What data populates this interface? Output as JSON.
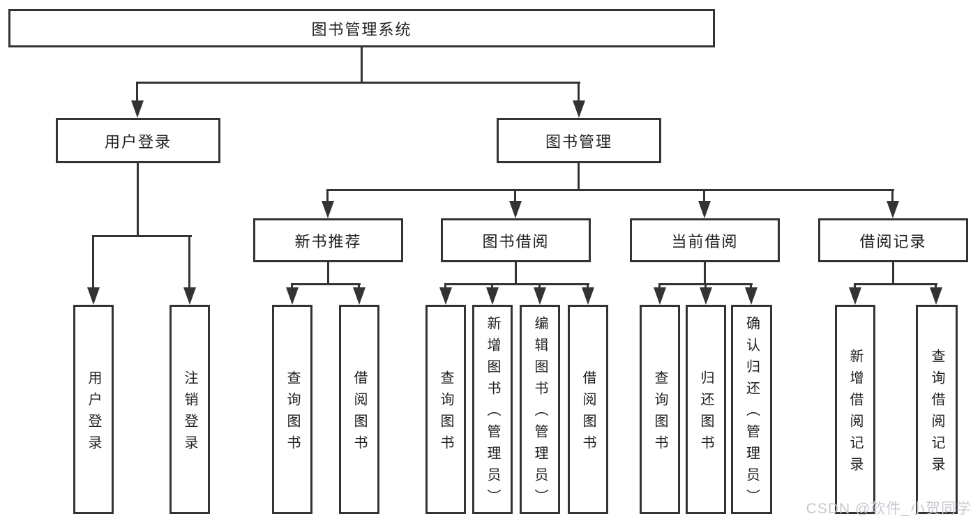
{
  "colors": {
    "line": "#333333",
    "border": "#333333",
    "text": "#212121",
    "background": "#ffffff",
    "watermark": "#c5c9ce"
  },
  "tree": {
    "root": {
      "label": "图书管理系统"
    },
    "children": [
      {
        "label": "用户登录",
        "children": [
          {
            "label": "用户登录"
          },
          {
            "label": "注销登录"
          }
        ]
      },
      {
        "label": "图书管理",
        "children": [
          {
            "label": "新书推荐",
            "children": [
              {
                "label": "查询图书"
              },
              {
                "label": "借阅图书"
              }
            ]
          },
          {
            "label": "图书借阅",
            "children": [
              {
                "label": "查询图书"
              },
              {
                "label": "新增图书（管理员）"
              },
              {
                "label": "编辑图书（管理员）"
              },
              {
                "label": "借阅图书"
              }
            ]
          },
          {
            "label": "当前借阅",
            "children": [
              {
                "label": "查询图书"
              },
              {
                "label": "归还图书"
              },
              {
                "label": "确认归还（管理员）"
              }
            ]
          },
          {
            "label": "借阅记录",
            "children": [
              {
                "label": "新增借阅记录"
              },
              {
                "label": "查询借阅记录"
              }
            ]
          }
        ]
      }
    ]
  },
  "watermark": {
    "text": "CSDN @软件_小贺同学"
  }
}
